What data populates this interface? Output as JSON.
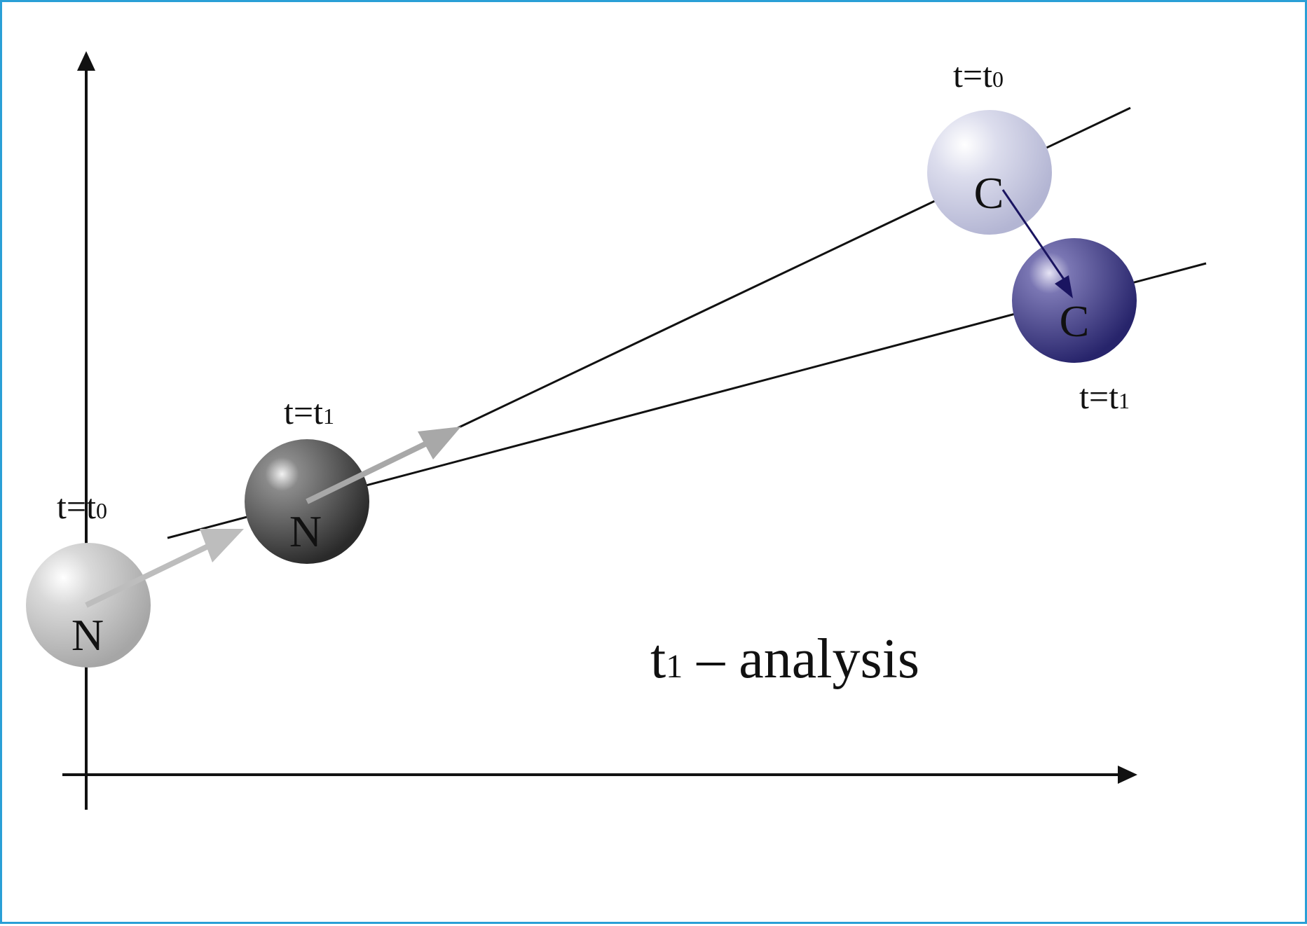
{
  "colors": {
    "frame": "#2a9fd6",
    "axis": "#111111",
    "line": "#111111",
    "n_t0_sphere": "#c8c8c8",
    "n_t1_sphere": "#555555",
    "c_t0_sphere": "#c9cbe0",
    "c_t1_sphere": "#3f3d8a",
    "gray_arrow": "#b4b4b4",
    "blue_arrow": "#1a1460"
  },
  "atoms": {
    "n_t0": {
      "symbol": "N",
      "time": "t=t",
      "time_sub": "0"
    },
    "n_t1": {
      "symbol": "N",
      "time": "t=t",
      "time_sub": "1"
    },
    "c_t0": {
      "symbol": "C",
      "time": "t=t",
      "time_sub": "0"
    },
    "c_t1": {
      "symbol": "C",
      "time": "t=t",
      "time_sub": "1"
    }
  },
  "caption": {
    "main": "t",
    "sub": "1",
    "rest": " – analysis"
  }
}
